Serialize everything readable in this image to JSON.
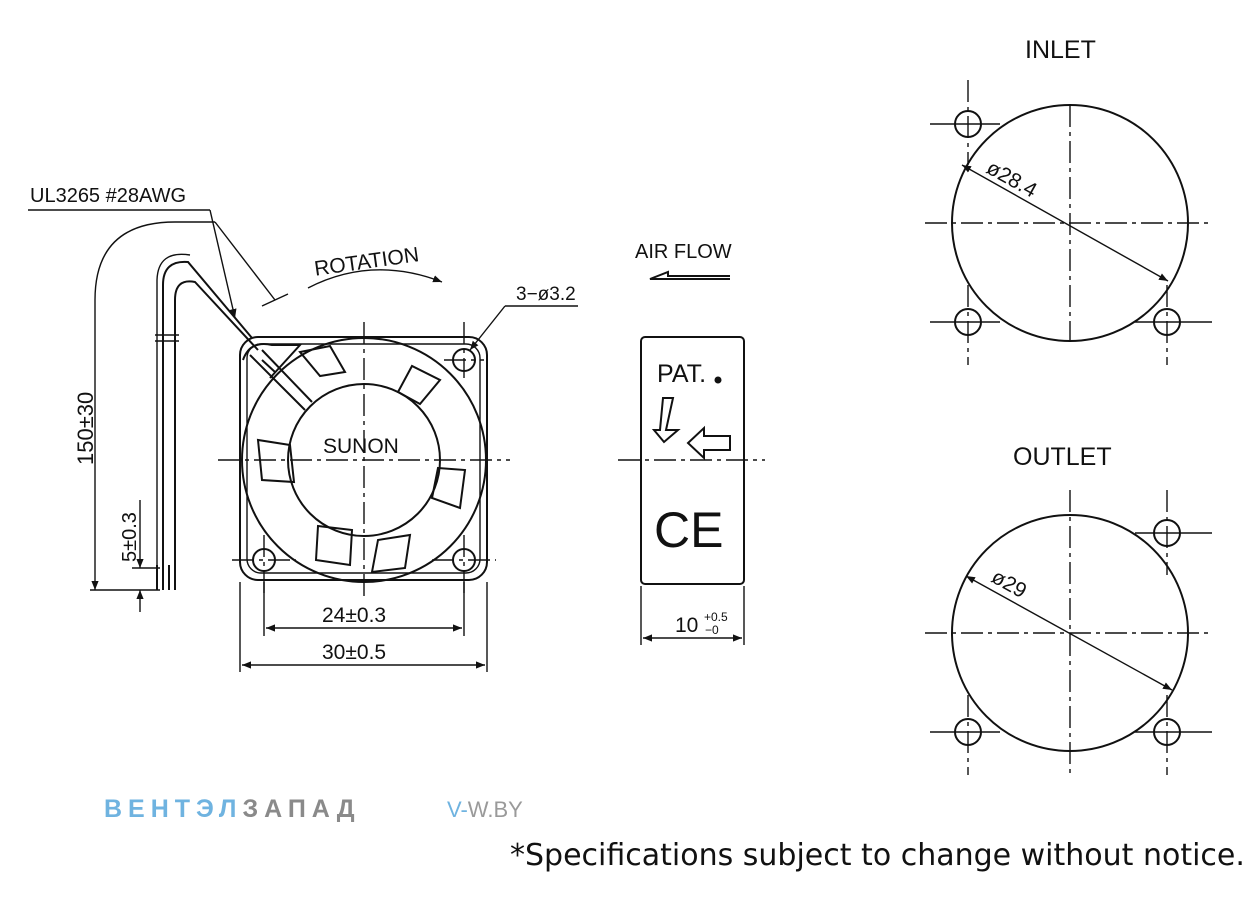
{
  "labels": {
    "wire": "UL3265 #28AWG",
    "rotation": "ROTATION",
    "air_flow": "AIR FLOW",
    "holes": "3−ø3.2",
    "brand": "SUNON",
    "patent": "PAT.",
    "ce": "CE",
    "inlet": "INLET",
    "outlet": "OUTLET"
  },
  "dimensions": {
    "lead_length": "150±30",
    "strip_length": "5±0.3",
    "hole_pitch": "24±0.3",
    "frame_size": "30±0.5",
    "thickness_base": "10",
    "thickness_plus": "+0.5",
    "thickness_minus": "−0",
    "inlet_diameter": "ø28.4",
    "outlet_diameter": "ø29"
  },
  "watermark": {
    "brand_part1": "ВЕНТЭЛ",
    "brand_part2": "ЗАПАД",
    "site_prefix": "V-",
    "site_rest": "W.BY"
  },
  "footnote": "*Specifications subject to change without notice."
}
